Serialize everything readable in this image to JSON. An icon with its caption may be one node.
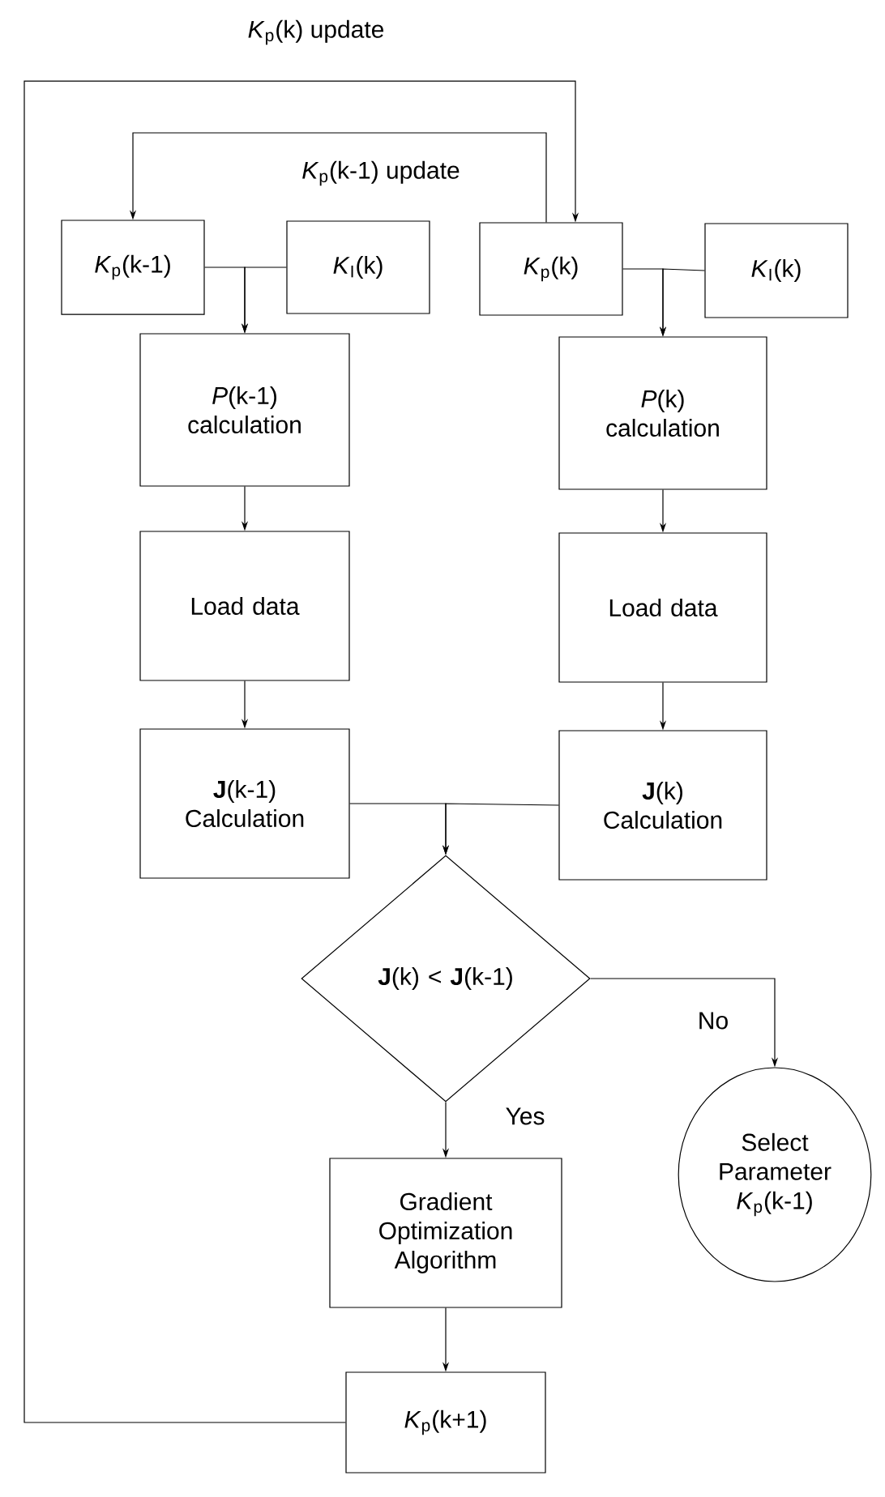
{
  "diagram": {
    "nodes": [
      {
        "text": [
          "*K*$_{p}$(k-1)"
        ]
      },
      {
        "text": [
          "*K*$_{I}$(k)"
        ]
      },
      {
        "text": [
          "*K*$_{p}$(k)"
        ]
      },
      {
        "text": [
          "*K*$_{I}$(k)"
        ]
      },
      {
        "text": [
          "*P*(k-1) calculation"
        ]
      },
      {
        "text": [
          "*P*(k) calculation"
        ]
      },
      {
        "text": [
          "Load data"
        ]
      },
      {
        "text": [
          "Load data"
        ]
      },
      {
        "text": [
          "**J**(k-1) Calculation"
        ]
      },
      {
        "text": [
          "**J**(k) Calculation"
        ]
      },
      {
        "text": [
          "**J**(k) < **J**(k-1)"
        ]
      },
      {
        "text": [
          "Select Parameter *K*$_{p}$(k-1)"
        ]
      },
      {
        "text": [
          "Gradient Optimization Algorithm"
        ]
      },
      {
        "text": [
          "*K*$_{p}$(k+1)"
        ]
      }
    ],
    "edges": [
      {
        "from": 0,
        "to": 4,
        "arrow": "to"
      },
      {
        "from": 1,
        "to": 4,
        "arrow": "to"
      },
      {
        "from": 2,
        "to": 5,
        "arrow": "to"
      },
      {
        "from": 3,
        "to": 5,
        "arrow": "to"
      },
      {
        "from": 4,
        "to": 6,
        "arrow": "to"
      },
      {
        "from": 5,
        "to": 7,
        "arrow": "to"
      },
      {
        "from": 6,
        "to": 8,
        "arrow": "to"
      },
      {
        "from": 7,
        "to": 9,
        "arrow": "to"
      },
      {
        "from": 8,
        "to": 10,
        "arrow": "to"
      },
      {
        "from": 9,
        "to": 10,
        "arrow": "to"
      },
      {
        "from": 10,
        "to": 12,
        "arrow": "to",
        "label": "Yes"
      },
      {
        "from": 10,
        "to": 11,
        "arrow": "to",
        "label": "No"
      },
      {
        "from": 12,
        "to": 13,
        "arrow": "to"
      },
      {
        "from": 13,
        "to": 2,
        "arrow": "to",
        "label": "*K*$_{p}$(k) update"
      },
      {
        "from": 2,
        "to": 0,
        "arrow": "to",
        "label": "*K*$_{p}$(k-1) update"
      }
    ]
  }
}
